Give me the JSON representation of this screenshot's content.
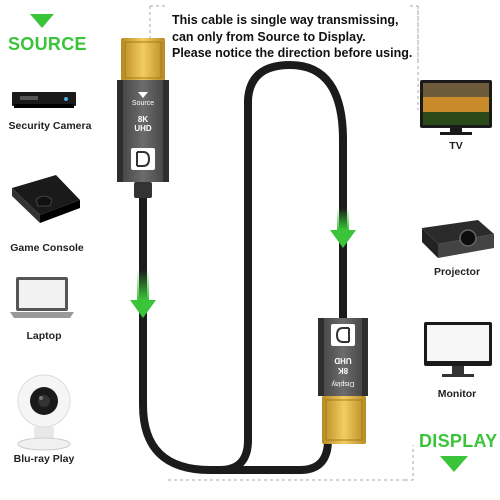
{
  "header": {
    "source_label": "SOURCE",
    "display_label": "DISPLAY",
    "notice_lines": [
      "This cable is single way transmissing,",
      "can only from Source to Display.",
      "Please notice the direction before using."
    ]
  },
  "source_devices": [
    {
      "label": "Security Camera",
      "icon": "dvr-box-icon"
    },
    {
      "label": "Game Console",
      "icon": "game-console-icon"
    },
    {
      "label": "Laptop",
      "icon": "laptop-icon"
    },
    {
      "label": "Blu-ray Play",
      "icon": "camera-icon"
    }
  ],
  "display_devices": [
    {
      "label": "TV",
      "icon": "tv-icon"
    },
    {
      "label": "Projector",
      "icon": "projector-icon"
    },
    {
      "label": "Monitor",
      "icon": "monitor-icon"
    }
  ],
  "connector_source": {
    "direction_label": "Source",
    "resolution_lines": [
      "8K",
      "UHD"
    ]
  },
  "connector_display": {
    "direction_label": "Display",
    "resolution_lines": [
      "8K",
      "UHD"
    ]
  },
  "colors": {
    "accent_green": "#3ac43a",
    "cable": "#1b1b1b",
    "connector_body": "#5a5a5a",
    "gold_plug": "#e2b13a"
  }
}
